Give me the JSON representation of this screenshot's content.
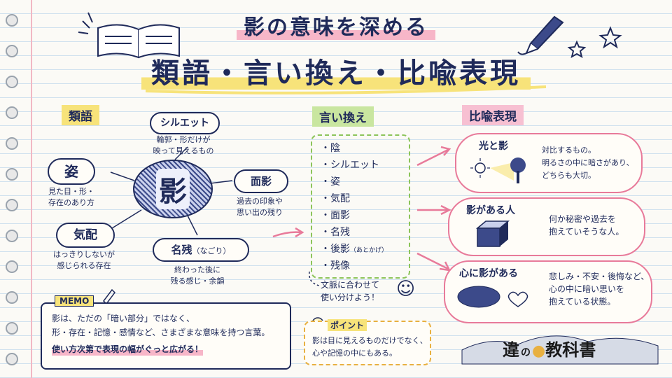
{
  "title": {
    "line1": "影の意味を深める",
    "line2": "類語・言い換え・比喩表現"
  },
  "synonyms": {
    "heading": "類語",
    "center": "影",
    "nodes": [
      {
        "word": "シルエット",
        "desc": "輪郭・形だけが\n映って見えるもの"
      },
      {
        "word": "姿",
        "desc": "見た目・形・\n存在のあり方"
      },
      {
        "word": "面影",
        "desc": "過去の印象や\n思い出の残り"
      },
      {
        "word": "気配",
        "desc": "はっきりしないが\n感じられる存在"
      },
      {
        "word": "名残",
        "reading": "（なごり）",
        "desc": "終わった後に\n残る感じ・余韻"
      }
    ]
  },
  "paraphrase": {
    "heading": "言い換え",
    "items": [
      "・陰",
      "・シルエット",
      "・姿",
      "・気配",
      "・面影",
      "・名残",
      "・後影",
      "・残像"
    ],
    "item_note": "（あとかげ）",
    "tip": "文脈に合わせて\n使い分けよう！",
    "smiley": "☺"
  },
  "metaphor": {
    "heading": "比喩表現",
    "items": [
      {
        "title": "光と影",
        "text": "対比するもの。\n明るさの中に暗さがあり、\nどちらも大切。"
      },
      {
        "title": "影がある人",
        "text": "何か秘密や過去を\n抱えていそうな人。"
      },
      {
        "title": "心に影がある",
        "text": "悲しみ・不安・後悔など、\n心の中に暗い思いを\n抱えている状態。"
      }
    ]
  },
  "memo": {
    "label": "MEMO",
    "line1": "影は、ただの「暗い部分」ではなく、",
    "line2": "形・存在・記憶・感情など、さまざまな意味を持つ言葉。",
    "line3": "使い方次第で表現の幅がぐっと広がる！"
  },
  "point": {
    "label": "ポイント",
    "line1": "影は目に見えるものだけでなく、",
    "line2": "心や記憶の中にもある。"
  },
  "logo": {
    "part1": "違",
    "part2": "の",
    "part3": "教科書"
  },
  "colors": {
    "ink": "#1f2a5a",
    "pink": "#e87a9a",
    "yellow": "#f7e37a",
    "green": "#8cc45a"
  }
}
